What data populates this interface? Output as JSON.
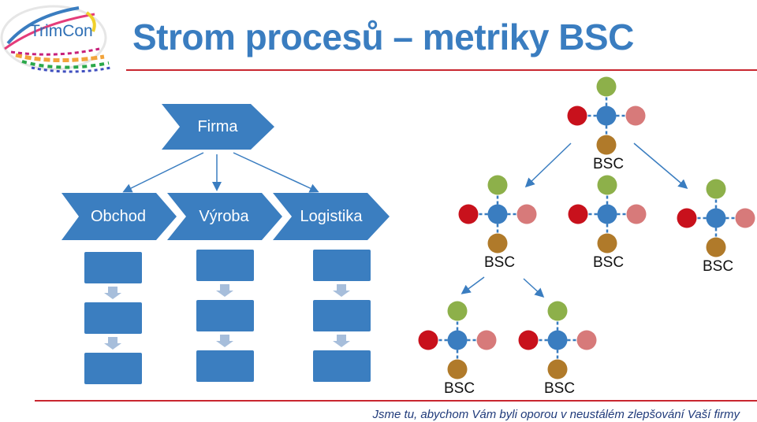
{
  "logo": {
    "text": "TrimCon"
  },
  "title": "Strom procesů – metriky BSC",
  "hierarchy": {
    "root": "Firma",
    "departments": [
      "Obchod",
      "Výroba",
      "Logistika"
    ]
  },
  "bsc": {
    "label": "BSC",
    "colors": {
      "center": "#3a7dc0",
      "top": "#8db04a",
      "left": "#c8111c",
      "right": "#d77a7a",
      "bottom": "#b07a2a",
      "connector": "#3a7dc0"
    }
  },
  "footer": "Jsme tu, abychom Vám byli oporou v neustálém zlepšování Vaší firmy"
}
